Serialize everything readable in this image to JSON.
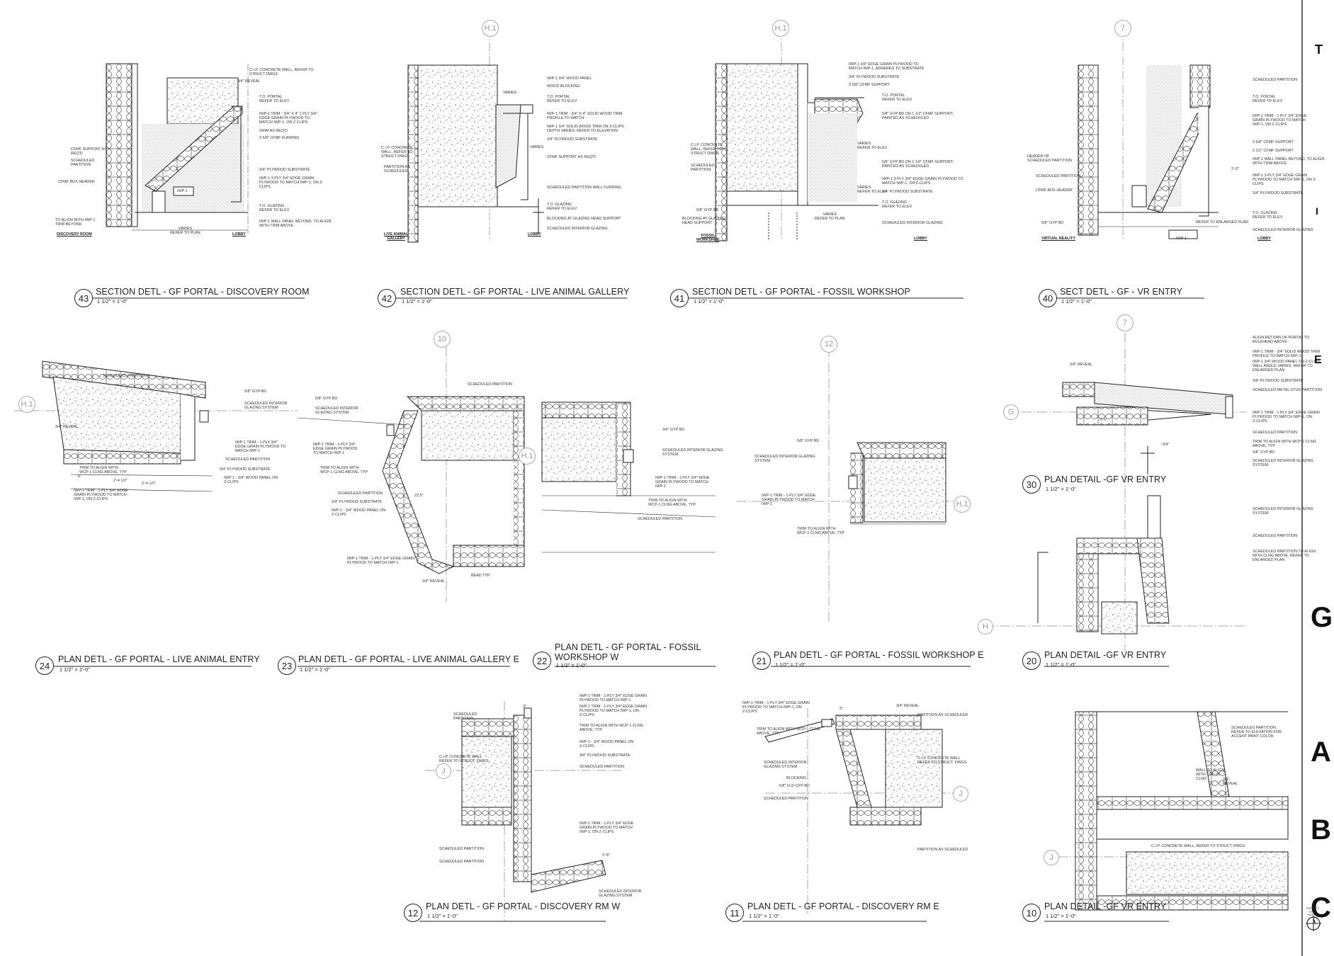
{
  "details": [
    {
      "num": "43",
      "title": "SECTION DETL - GF PORTAL - DISCOVERY ROOM",
      "scale": "1 1/2\" = 1'-0\"",
      "notes": [
        "C.I.P. CONCRETE WALL, REFER TO\nSTRUCT DWGS",
        "3/4\" REVEAL",
        "T.O. PORTAL\nREFER TO ELEV",
        "IWP-1 TRIM - 3/4\" X 4\" 1 PLY 3/4\"\nEDGE GRAIN PLYWOOD TO\nMATCH IWP-1, ON Z CLIPS",
        "SHIM AS REQ'D",
        "3 5/8\" CFMF FURRING",
        "3/4\" PLYWOOD SUBSTRATE",
        "IWP-1 3-PLY 3/4\" EDGE GRAIN\nPLYWOOD TO MATCH IWP-1, ON Z-\nCLIPS",
        "T.O. GLAZING\nREFER TO ELEV",
        "IWP-1 WALL PANEL BEYOND. TO ALIGN\nWITH TRIM ABOVE.",
        "CFMF SUPPORT AS\nREQ'D",
        "SCHEDULED\nPARTITION",
        "CFMF BOX HEADER",
        "TO ALIGN WITH IWP-1\nTRIM BEYOND",
        "VARIES\nREFER TO PLAN",
        "IWP-1"
      ],
      "rooms": [
        "DISCOVERY ROOM",
        "LOBBY"
      ]
    },
    {
      "num": "42",
      "title": "SECTION DETL - GF PORTAL - LIVE ANIMAL GALLERY",
      "scale": "1 1/2\" = 1'-0\"",
      "notes": [
        "IWP-1 3/4\" WOOD PANEL",
        "WOOD BLOCKING",
        "T.O. PORTAL\nREFER TO ELEV",
        "IWP-1 TRIM - 3/4\" X 4\" SOLID WOOD TRIM\nPROFILE TO MATCH",
        "IWP-1 3/4\" SOLID WOOD TRIM ON Z-CLIPS\nDEPTH VARIES. REFER TO ELEVATION",
        "3/4\" PLYWOOD SUBSTRATE",
        "CFMF SUPPORT AS REQ'D",
        "SCHEDULED PARTITION WALL FURRING",
        "T.O. GLAZING\nREFER TO ELEV",
        "BLOCKING AT GLAZING HEAD SUPPORT",
        "SCHEDULED INTERIOR GLAZING",
        "C.I.P. CONCRETE\nWALL, REFER TO\nSTRUCT DWGS",
        "PARTITION AS\nSCHEDULED",
        "VARIES",
        "VARIES"
      ],
      "rooms": [
        "LIVE ANIMAL\nGALLERY",
        "LOBBY"
      ]
    },
    {
      "num": "41",
      "title": "SECTION DETL - GF PORTAL - FOSSIL WORKSHOP",
      "scale": "1 1/2\" = 1'-0\"",
      "notes": [
        "IWP-1 3/4\" EDGE GRAIN PLYWOOD TO\nMATCH IWP-1, ADHERED TO SUBSTRATE",
        "3/4\" PLYWOOD SUBSTRATE",
        "3 5/8\" CFMF SUPPORT",
        "T.O. PORTAL\nREFER TO ELEV",
        "5/8\" GYP BD ON 1 1/2\" CFMF SUPPORT,\nPAINTED AS SCHEDULED",
        "5/8\" GYP BD ON 1 1/2\" CFMF SUPPORT,\nPAINTED AS SCHEDULED",
        "IWP-1 3-PLY 3/4\" EDGE GRAIN PLYWOOD TO\nMATCH IWP-1, ON Z-CLIPS",
        "3/4\" PLYWOOD SUBSTRATE",
        "T.O. GLAZING\nREFER TO ELEV",
        "SCHEDULED INTERIOR GLAZING",
        "C.I.P. CONCRETE\nWALL, REFER TO\nSTRUCT DWGS",
        "SCHEDULED\nPARTITION",
        "5/8\" GYP BD",
        "BLOCKING AT GLAZING\nHEAD SUPPORT",
        "VARIES\nREFER TO PLAN",
        "VARIES\nREFER TO ELEV",
        "VARIES\nREFER TO ELEV"
      ],
      "rooms": [
        "FOSSIL\nWORKSHOP",
        "LOBBY"
      ]
    },
    {
      "num": "40",
      "title": "SECT DETL - GF - VR ENTRY",
      "scale": "1 1/2\" = 1'-0\"",
      "notes": [
        "SCHEDULED PARTITION",
        "T.O. PORTAL\nREFER TO ELEV",
        "IWP-1 TRIM - 1 PLY 3/4\" EDGE\nGRAIN PLYWOOD TO MATCH\nIWP-1, ON Z-CLIPS",
        "3 5/8\" CFMF SUPPORT",
        "2 1/2\" CFMF SUPPORT",
        "IWP-1 WALL PANEL BEYOND, TO ALIGN\nWITH TRIM ABOVE",
        "IWP-1 3-PLY 3/4\" EDGE GRAIN\nPLYWOOD TO MATCH IWP-1, ON Z-\nCLIPS",
        "3/4\" PLYWOOD SUBSTRATE",
        "T.O. GLAZING\nREFER TO ELEV",
        "REFER TO ENLARGED PLAN",
        "SCHEDULED INTERIOR GLAZING",
        "HEADER OF\nSCHEDULED PARTITION",
        "SCHEDULED PARTITION",
        "CFMF BOX HEADER",
        "5/8\" GYP BD",
        "IWP-1",
        "2'-0\""
      ],
      "rooms": [
        "VIRTUAL REALITY",
        "LOBBY"
      ]
    },
    {
      "num": "24",
      "title": "PLAN DETL - GF PORTAL - LIVE ANIMAL ENTRY",
      "scale": "1 1/2\" = 1'-0\"",
      "notes": [
        "SCHEDULED PARTITION",
        "5/8\" GYP BD",
        "SCHEDULED INTERIOR\nGLAZING SYSTEM",
        "IWP-1 TRIM - 1-PLY 3/4\"\nEDGE GRAIN PLYWOOD TO\nMATCH IWP-1",
        "SCHEDULED PARTITION",
        "3/4\" PLYWOOD SUBSTRATE",
        "IWP-1 - 3/4\" WOOD PANEL ON\nZ-CLIPS",
        "IWP-1 TRIM - 1-PLY 3/4\" EDGE\nGRAIN PLYWOOD TO MATCH\nIWP-1, ON Z-CLIPS",
        "TRIM TO ALIGN WITH\nWCP-1 CLNG ABOVE, TYP",
        "3/4\" REVEAL",
        "6\"",
        "2'-4 1/2\"",
        "2'-4 1/2\""
      ]
    },
    {
      "num": "23",
      "title": "PLAN DETL - GF PORTAL - LIVE ANIMAL GALLERY E",
      "scale": "1 1/2\" = 1'-0\"",
      "notes": [
        "SCHEDULED PARTITION",
        "5/8\" GYP BD",
        "SCHEDULED INTERIOR\nGLAZING SYSTEM",
        "IWP-1 TRIM - 1-PLY 3/4\"\nEDGE GRAIN PLYWOOD\nTO MATCH IWP-1",
        "TRIM TO ALIGN WITH\nWCP-1 CLNG ABOVE, TYP",
        "SCHEDULED PARTITION",
        "3/4\" PLYWOOD SUBSTRATE",
        "IWP-1 - 3/4\" WOOD PANEL ON\nZ-CLIPS",
        "IWP-1 TRIM - 1-PLY 3/4\" EDGE GRAIN\nPLYWOOD TO MATCH IWP-1",
        "3/4\" REVEAL",
        "BEAD TYP.",
        "22.5°"
      ]
    },
    {
      "num": "22",
      "title": "PLAN DETL - GF PORTAL - FOSSIL WORKSHOP W",
      "scale": "1 1/2\" = 1'-0\"",
      "notes": [
        "3/4\" GYP BD",
        "SCHEDULED INTERIOR GLAZING\nSYSTEM",
        "IWP-1 TRIM - 1-PLY 3/4\" EDGE\nGRAIN PLYWOOD TO MATCH\nIWP-1",
        "TRIM TO ALIGN WITH\nWCP-1 CLNG ABOVE, TYP",
        "SCHEDULED PARTITION"
      ]
    },
    {
      "num": "21",
      "title": "PLAN DETL - GF PORTAL - FOSSIL WORKSHOP E",
      "scale": "1 1/2\" = 1'-0\"",
      "notes": [
        "5/8\" GYP BD",
        "SCHEDULED INTERIOR GLAZING\nSYSTEM",
        "IWP-1 TRIM - 1-PLY 3/4\" EDGE\nGRAIN PLYWOOD TO MATCH\nIWP-1",
        "TRIM TO ALIGN WITH\nWCP-1 CLNG ABOVE, TYP"
      ]
    },
    {
      "num": "30",
      "title": "PLAN DETAIL -GF VR ENTRY",
      "scale": "1 1/2\" = 1'-0\"",
      "notes": [
        "ALIGN RETURN OF PORTAL TO\nBULKHEAD ABOVE",
        "IWP-1 TRIM - 3/4\" SOLID WOOD TRIM\nPROFILE TO MATCH IWP-1",
        "IWP-1 3/4\" WOOD PANEL ON Z-CLIPS\nWALL ANGLE VARIES. REFER TO\nENLARGED PLAN",
        "3/4\" PLYWOOD SUBSTRATE",
        "SCHEDULED METAL STUD PARTITION",
        "IWP-1 TRIM - 1 PLY 3/4\" EDGE GRAIN\nPLYWOOD TO MATCH IWP-1, ON\nZ-CLIPS",
        "SCHEDULED PARTITION",
        "TRIM TO ALIGN WITH WCP-1 CLNG\nABOVE, TYP",
        "5/8\" GYP BD",
        "SCHEDULED INTERIOR GLAZING\nSYSTEM",
        "3/4\" REVEAL",
        "2'-5\"",
        "~3/4\""
      ]
    },
    {
      "num": "20",
      "title": "PLAN DETAIL -GF VR ENTRY",
      "scale": "1 1/2\" = 1'-0\"",
      "notes": [
        "SCHEDULED INTERIOR GLAZING\nSYSTEM",
        "SCHEDULED PARTITION",
        "SCHEDULED PARTITION TO ALIGN\nWITH CLNG ABOVE, REFER TO\nENLARGED PLAN"
      ]
    },
    {
      "num": "12",
      "title": "PLAN DETL - GF PORTAL - DISCOVERY RM W",
      "scale": "1 1/2\" = 1'-0\"",
      "notes": [
        "IWP-1 TRIM - 1-PLY 3/4\" EDGE GRAIN\nPLYWOOD TO MATCH IWP-1",
        "IWP-1 TRIM - 1-PLY 3/4\" EDGE GRAIN\nPLYWOOD TO MATCH IWP-1, ON\nZ-CLIPS",
        "TRIM TO ALIGN WITH WCP-1 CLNG\nABOVE, TYP",
        "IWP-1 - 3/4\" WOOD PANEL ON\nZ-CLIPS",
        "3/4\" PLYWOOD SUBSTRATE",
        "SCHEDULED PARTITION",
        "IWP-1 TRIM - 1-PLY 3/4\" EDGE\nGRAIN PLYWOOD TO MATCH\nIWP-1, ON Z-CLIPS",
        "SCHEDULED INTERIOR\nGLAZING SYSTEM",
        "SCHEDULED\nPARTITION",
        "C.I.P. CONCRETE WALL\nREFER TO STRUCT. DWGS",
        "SCHEDULED PARTITION",
        "SCHEDULED PARTITION",
        "3\"",
        "2'-8\""
      ]
    },
    {
      "num": "11",
      "title": "PLAN DETL - GF PORTAL - DISCOVERY RM E",
      "scale": "1 1/2\" = 1'-0\"",
      "notes": [
        "IWP-1 TRIM - 1-PLY 3/4\" EDGE GRAIN\nPLYWOOD TO MATCH IWP-1, ON\nZ-CLIPS",
        "TRIM TO ALIGN WITH WCP-1 CLNG\nABOVE, TYP",
        "SCHEDULED INTERIOR\nGLAZING SYSTEM",
        "BLOCKING",
        "5/8\" FLD GYP BD",
        "SCHEDULED PARTITION",
        "PARTITION AS SCHEDULED",
        "C.I.P. CONCRETE WALL\nREFER TO STRUCT. DWGS",
        "PARTITION AS SCHEDULED",
        "3\"",
        "3/4\" REVEAL"
      ]
    },
    {
      "num": "10",
      "title": "PLAN DETAIL -GF VR ENTRY",
      "scale": "1 1/2\" = 1'-0\"",
      "notes": [
        "SCHEDULED PARTITION,\nREFER TO ELEVATION FOR\nACCENT PAINT COLOR",
        "C.I.P. CONCRETE WALL, REFER TO STRUCT DWGS",
        "WALL TO ALIGN\nWITH TOP OF\nCLNG",
        "3/4\"\nREVEAL"
      ]
    }
  ],
  "gridlines": [
    "H.1",
    "H.1",
    "7",
    "H.1",
    "10",
    "H.1",
    "12",
    "H.1",
    "7",
    "G",
    "H",
    "J",
    "J",
    "J"
  ],
  "sidebar": {
    "letters": [
      "T",
      "I",
      "E",
      "G",
      "A",
      "B",
      "C"
    ],
    "north_label": "PROJECT\nTRUE NORTH"
  }
}
